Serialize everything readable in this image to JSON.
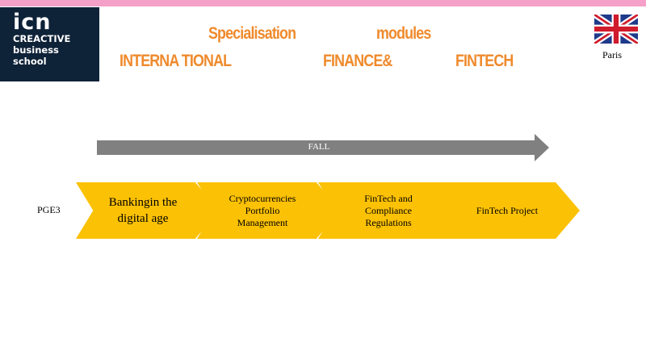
{
  "header": {
    "logo": {
      "mark": "icn",
      "line1": "CREACTIVE",
      "line2": "business",
      "line3": "school"
    },
    "title_line1": [
      "Specialisation",
      "modules"
    ],
    "title_line2": [
      "INTERNA TIONAL",
      "FINANCE&",
      "FINTECH"
    ],
    "flag_icon": "uk-flag-icon",
    "city": "Paris"
  },
  "timeline": {
    "label": "FALL"
  },
  "program": {
    "label": "PGE3",
    "modules": [
      {
        "text": "Bankingin    the digital    age"
      },
      {
        "text": "Cryptocurrencies Portfolio Management"
      },
      {
        "text": "FinTech  and Compliance Regulations"
      },
      {
        "text": "FinTech  Project"
      }
    ]
  },
  "colors": {
    "accent_orange": "#ef8a2c",
    "chevron_yellow": "#fbc105",
    "arrow_gray": "#808080",
    "logo_navy": "#0e2238",
    "top_stripe_pink": "#f4a0c8"
  }
}
